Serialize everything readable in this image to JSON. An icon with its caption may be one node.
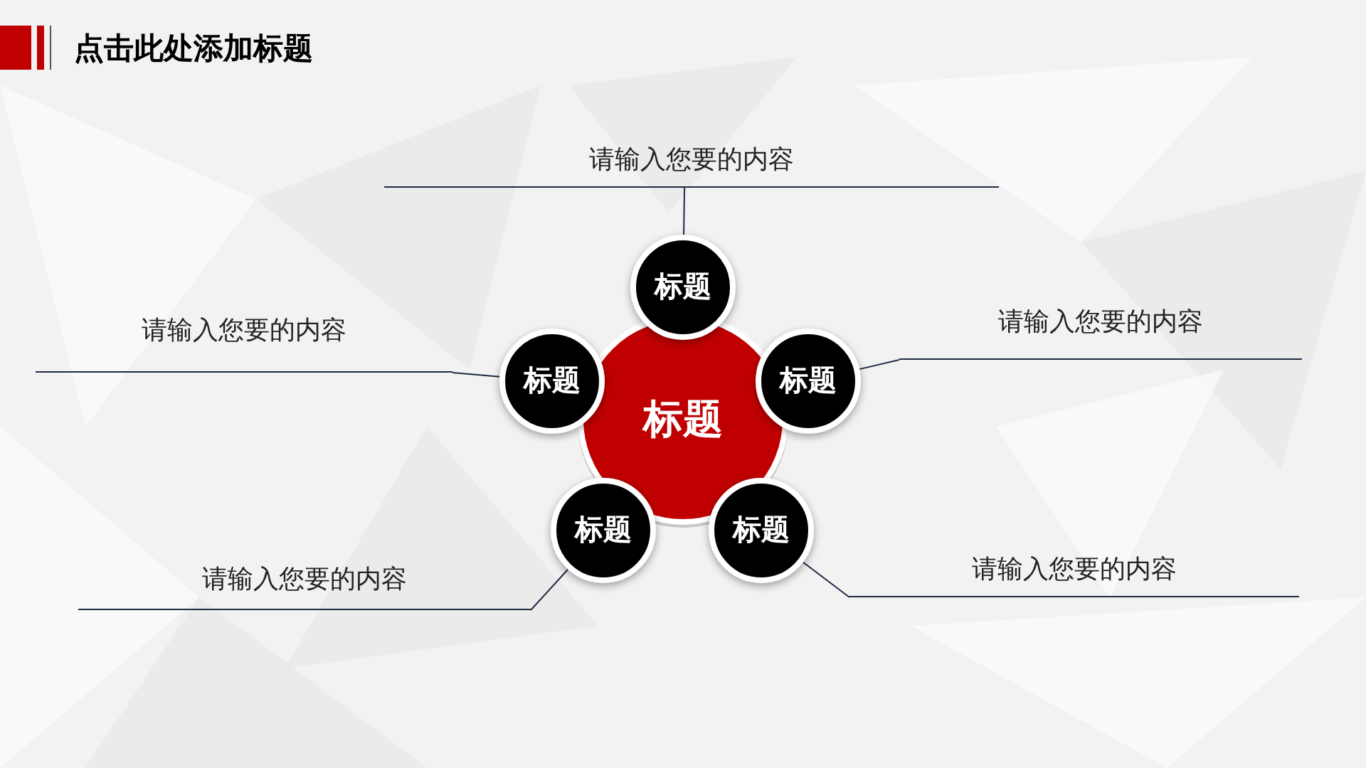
{
  "diagram": {
    "title": "点击此处添加标题",
    "nodes": [
      {
        "text": [
          "标题"
        ]
      },
      {
        "text": [
          "标题"
        ]
      },
      {
        "text": [
          "标题"
        ]
      },
      {
        "text": [
          "标题"
        ]
      },
      {
        "text": [
          "标题"
        ]
      },
      {
        "text": [
          "标题"
        ]
      },
      {
        "text": [
          "请输入您要的内容"
        ]
      },
      {
        "text": [
          "请输入您要的内容"
        ]
      },
      {
        "text": [
          "请输入您要的内容"
        ]
      },
      {
        "text": [
          "请输入您要的内容"
        ]
      },
      {
        "text": [
          "请输入您要的内容"
        ]
      }
    ],
    "edges": [
      {
        "from": 6,
        "to": 1,
        "arrow": "none"
      },
      {
        "from": 7,
        "to": 2,
        "arrow": "none"
      },
      {
        "from": 8,
        "to": 3,
        "arrow": "none"
      },
      {
        "from": 9,
        "to": 4,
        "arrow": "none"
      },
      {
        "from": 10,
        "to": 5,
        "arrow": "none"
      }
    ]
  }
}
